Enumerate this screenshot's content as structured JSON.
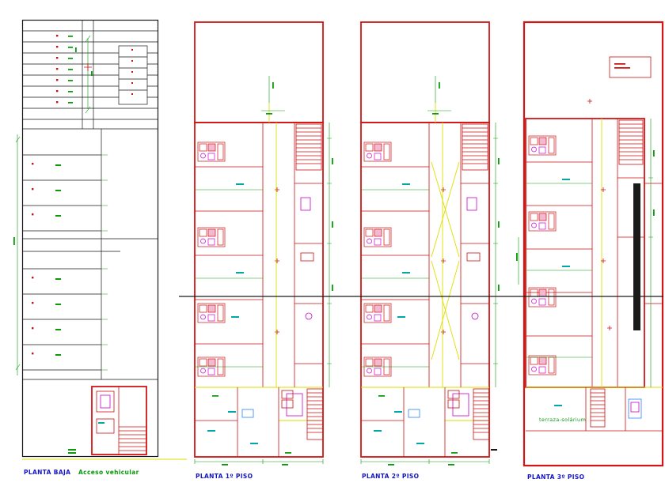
{
  "sheet": {
    "background_color": "#ffffff",
    "drawing_type": "floor plans"
  },
  "colors": {
    "walls_red": "#cc1111",
    "dimensions_green": "#0a9a0a",
    "electrical_yellow": "#dede00",
    "fixtures_magenta": "#cc00cc",
    "fixtures_blue": "#2a7fff",
    "room_text_cyan": "#00a8a8",
    "titles_blue": "#1414c8",
    "outline_black": "#1a1a1a"
  },
  "plans": [
    {
      "id": "planta-baja",
      "title": "PLANTA BAJA",
      "annotation": "Acceso vehicular"
    },
    {
      "id": "planta-1-piso",
      "title": "PLANTA 1º PISO"
    },
    {
      "id": "planta-2-piso",
      "title": "PLANTA 2º PISO"
    },
    {
      "id": "planta-3-piso",
      "title": "PLANTA 3º PISO",
      "annotation": "terraza-solárium"
    }
  ]
}
